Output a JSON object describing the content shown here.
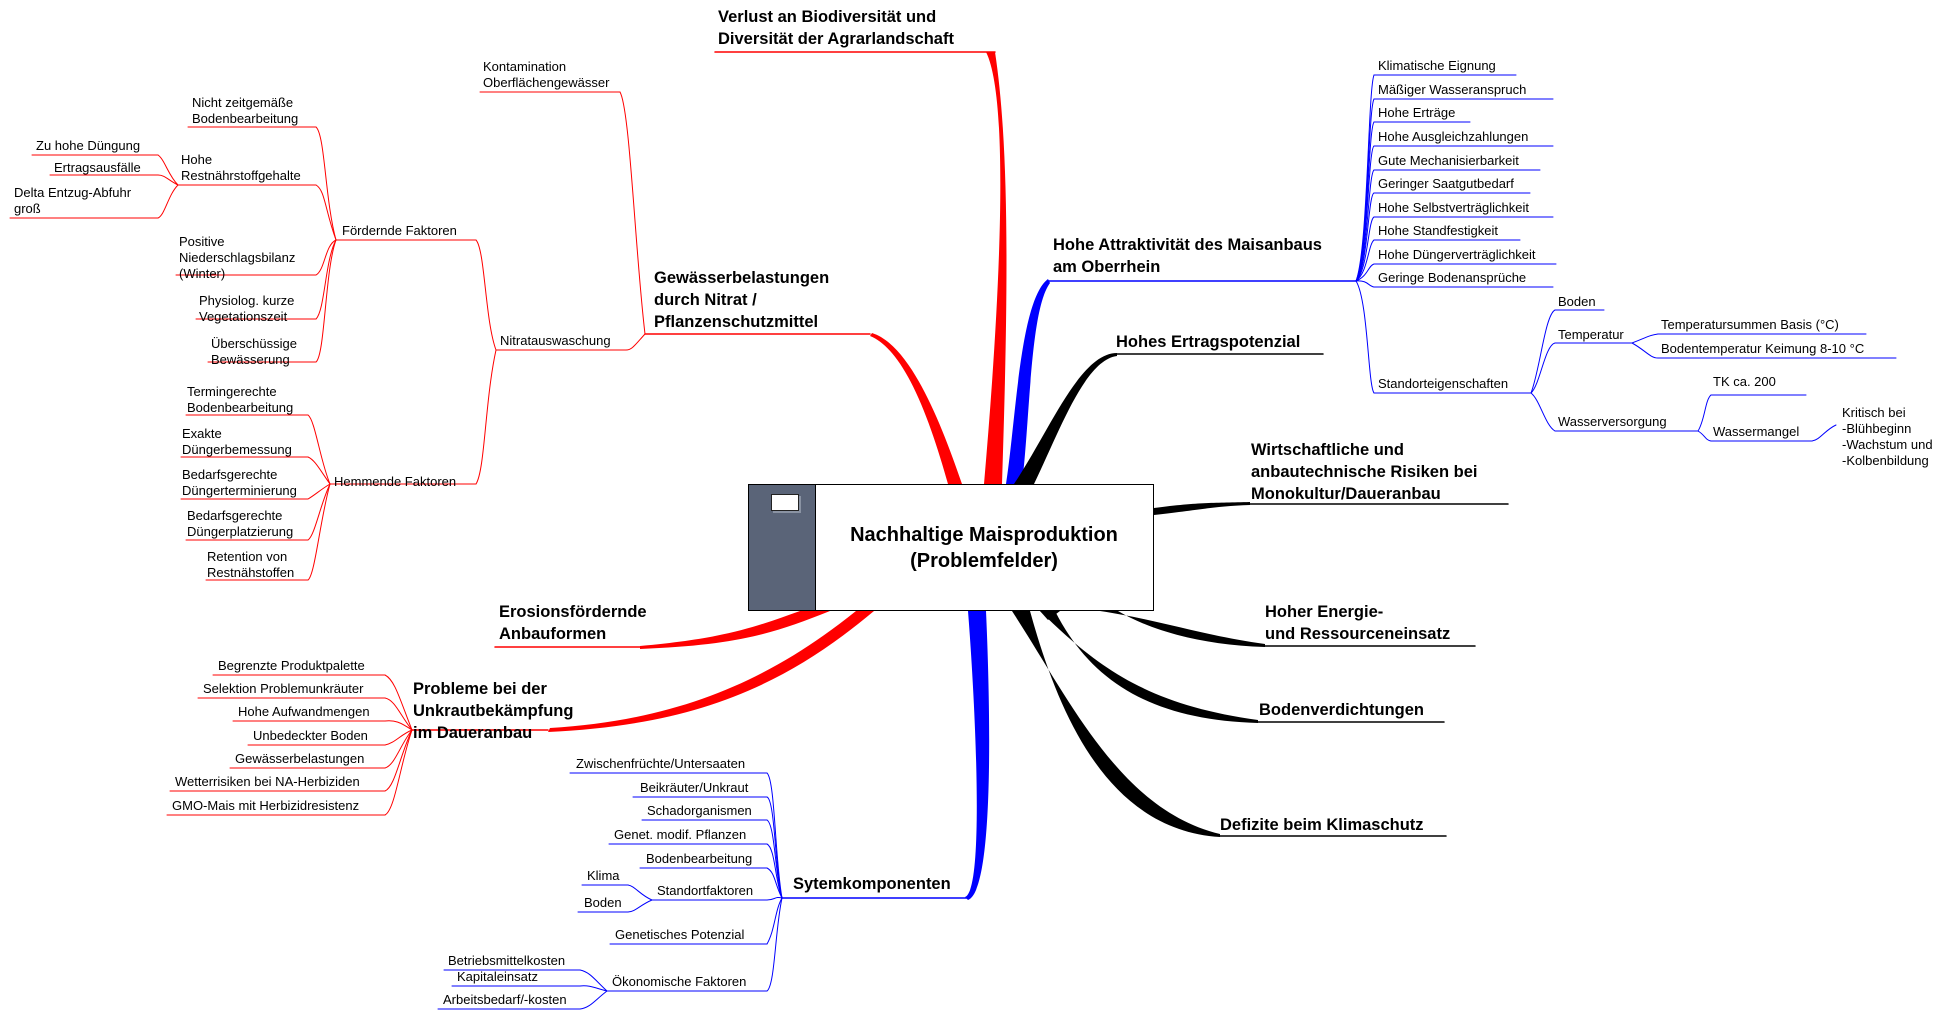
{
  "center": {
    "title": "Nachhaltige Maisproduktion\n(Problemfelder)"
  },
  "main": {
    "biodiversitaet": "Verlust an Biodiversität und\nDiversität der Agrarlandschaft",
    "attraktivitaet": "Hohe Attraktivität des Maisanbaus\nam Oberrhein",
    "ertragspotenzial": "Hohes Ertragspotenzial",
    "risiken": "Wirtschaftliche und\nanbautechnische Risiken bei\nMonokultur/Daueranbau",
    "energie": "Hoher Energie-\nund Ressourceneinsatz",
    "bodenverdichtungen": "Bodenverdichtungen",
    "klimaschutz": "Defizite beim Klimaschutz",
    "systemkomponenten": "Sytemkomponenten",
    "unkraut": "Probleme bei der\nUnkrautbekämpfung\n im Daueranbau",
    "erosion": "Erosionsfördernde\n Anbauformen",
    "gewaesser": "Gewässerbelastungen\ndurch Nitrat /\nPflanzenschutzmittel"
  },
  "attraktivitaet_items": {
    "klimatische_eignung": "Klimatische Eignung",
    "wasseranspruch": "Mäßiger Wasseranspruch",
    "ertraege": "Hohe Erträge",
    "ausgleichszahlungen": "Hohe Ausgleichzahlungen",
    "mechanisierbarkeit": "Gute Mechanisierbarkeit",
    "saatgutbedarf": "Geringer Saatgutbedarf",
    "selbstvertraeglichkeit": "Hohe Selbstverträglichkeit",
    "standfestigkeit": "Hohe Standfestigkeit",
    "duengervertraeglichkeit": "Hohe Düngerverträglichkeit",
    "bodenansprueche": "Geringe Bodenansprüche",
    "standorteigenschaften": "Standorteigenschaften",
    "boden": "Boden",
    "temperatur": "Temperatur",
    "temperatursummen": "Temperatursummen Basis (°C)",
    "bodentemperatur": "Bodentemperatur Keimung 8-10 °C",
    "wasserversorgung": "Wasserversorgung",
    "tk": "TK ca. 200",
    "wassermangel": "Wassermangel",
    "kritisch": "Kritisch bei\n-Blühbeginn\n-Wachstum und\n-Kolbenbildung"
  },
  "system_items": {
    "zwischenfruechte": "Zwischenfrüchte/Untersaaten",
    "beikraeuter": "Beikräuter/Unkraut",
    "schadorganismen": "Schadorganismen",
    "genet_pflanzen": "Genet. modif. Pflanzen",
    "bodenbearbeitung": "Bodenbearbeitung",
    "standortfaktoren": "Standortfaktoren",
    "klima": "Klima",
    "boden": "Boden",
    "genetisches_potenzial": "Genetisches Potenzial",
    "oekonomische_faktoren": "Ökonomische Faktoren",
    "betriebsmittelkosten": "Betriebsmittelkosten",
    "kapitaleinsatz": "Kapitaleinsatz",
    "arbeitsbedarf": "Arbeitsbedarf/-kosten"
  },
  "unkraut_items": {
    "produktpalette": "Begrenzte Produktpalette",
    "selektion": "Selektion Problemunkräuter",
    "aufwandmengen": "Hohe Aufwandmengen",
    "unbedeckter_boden": "Unbedeckter Boden",
    "gewaesserbelastungen": "Gewässerbelastungen",
    "wetterrisiken": "Wetterrisiken bei NA-Herbiziden",
    "gmo_mais": "GMO-Mais mit Herbizidresistenz"
  },
  "gewaesser_items": {
    "kontamination": "Kontamination\nOberflächengewässer",
    "nitratauswaschung": "Nitratauswaschung",
    "foerdernde_faktoren": "Fördernde Faktoren",
    "bodenbearbeitung_alt": "Nicht zeitgemäße\nBodenbearbeitung",
    "restnaehrstoff": "Hohe\nRestnährstoffgehalte",
    "hohe_duengung": "Zu hohe Düngung",
    "ertragsausfaelle": "Ertragsausfälle",
    "delta": "Delta Entzug-Abfuhr\ngroß",
    "niederschlagsbilanz": "Positive\nNiederschlagsbilanz\n(Winter)",
    "vegetationszeit": "Physiolog. kurze\nVegetationszeit",
    "bewaesserung": "Überschüssige\nBewässerung",
    "hemmende_faktoren": "Hemmende Faktoren",
    "termingerechte": "Termingerechte\nBodenbearbeitung",
    "exakte": "Exakte\nDüngerbemessung",
    "terminierung": "Bedarfsgerechte\nDüngerterminierung",
    "platzierung": "Bedarfsgerechte\nDüngerplatzierung",
    "retention": "Retention von\nRestnähstoffen"
  },
  "colors": {
    "red": "#ff0000",
    "blue": "#0000ff",
    "black": "#000000",
    "icon_slate": "#5a6478"
  }
}
